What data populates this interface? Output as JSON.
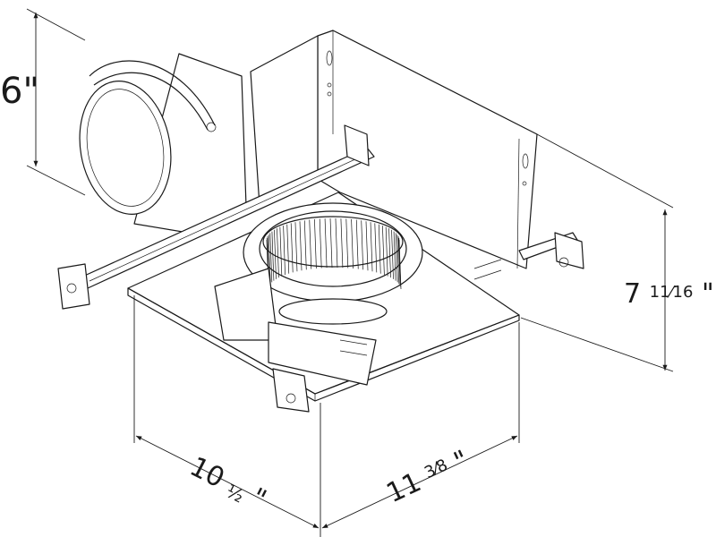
{
  "dimensions": {
    "height_duct": "6\"",
    "height_total_whole": "7",
    "height_total_fraction": "11⁄16",
    "height_total_unit": "\"",
    "width_whole": "10",
    "width_fraction": "½",
    "width_unit": "\"",
    "depth_whole": "11",
    "depth_fraction": "3⁄8",
    "depth_unit": "\""
  }
}
